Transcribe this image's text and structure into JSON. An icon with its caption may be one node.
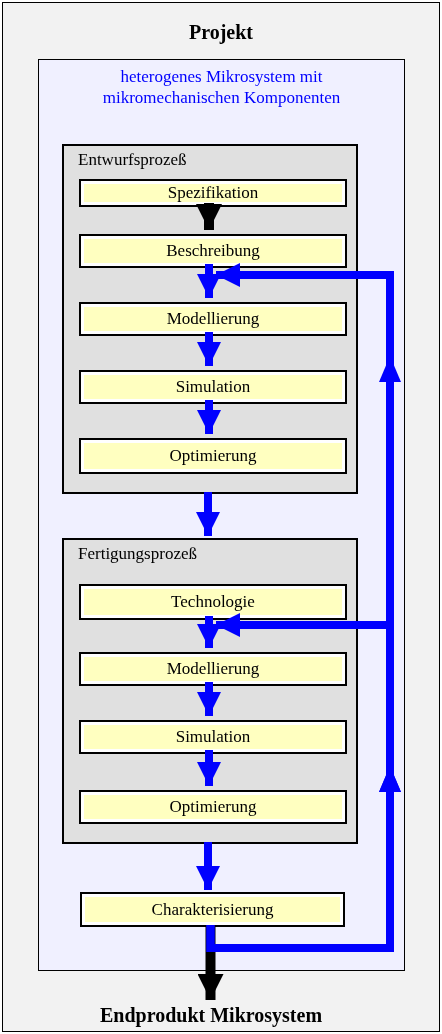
{
  "diagram": {
    "nodes": [
      {
        "text": [
          "Projekt"
        ]
      },
      {
        "text": [
          "heterogenes Mikrosystem mit mikromechanischen Komponenten"
        ],
        "in": 0
      },
      {
        "text": [
          "Entwurfsprozeß"
        ],
        "in": 1
      },
      {
        "text": [
          "Spezifikation"
        ],
        "in": 2
      },
      {
        "text": [
          "Beschreibung"
        ],
        "in": 2
      },
      {
        "text": [
          "Modellierung"
        ],
        "in": 2
      },
      {
        "text": [
          "Simulation"
        ],
        "in": 2
      },
      {
        "text": [
          "Optimierung"
        ],
        "in": 2
      },
      {
        "text": [
          "Fertigungsprozeß"
        ],
        "in": 1
      },
      {
        "text": [
          "Technologie"
        ],
        "in": 8
      },
      {
        "text": [
          "Modellierung"
        ],
        "in": 8
      },
      {
        "text": [
          "Simulation"
        ],
        "in": 8
      },
      {
        "text": [
          "Optimierung"
        ],
        "in": 8
      },
      {
        "text": [
          "Charakterisierung"
        ],
        "in": 1
      },
      {
        "text": [
          "Endprodukt Mikrosystem"
        ],
        "in": 0
      }
    ],
    "edges": [
      {
        "from": 3,
        "to": 4,
        "arrow": "to",
        "color": "#000000"
      },
      {
        "from": 4,
        "to": 5,
        "arrow": "to"
      },
      {
        "from": 5,
        "to": 6,
        "arrow": "to"
      },
      {
        "from": 6,
        "to": 7,
        "arrow": "to"
      },
      {
        "from": 2,
        "to": 8,
        "arrow": "to"
      },
      {
        "from": 9,
        "to": 10,
        "arrow": "to"
      },
      {
        "from": 10,
        "to": 11,
        "arrow": "to"
      },
      {
        "from": 11,
        "to": 12,
        "arrow": "to"
      },
      {
        "from": 8,
        "to": 13,
        "arrow": "to"
      },
      {
        "from": 13,
        "to": 14,
        "arrow": "to",
        "color": "#000000"
      },
      {
        "from": 13,
        "to": 5,
        "arrow": "to"
      },
      {
        "from": 13,
        "to": 10,
        "arrow": "to"
      }
    ]
  }
}
